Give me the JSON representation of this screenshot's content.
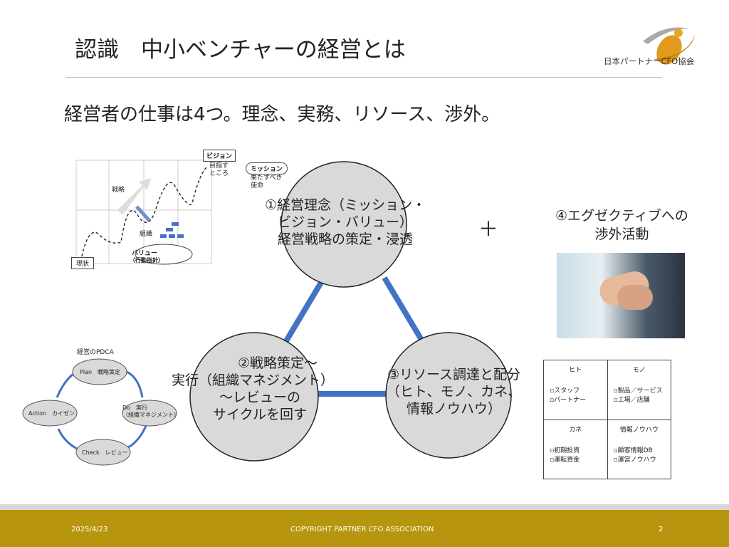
{
  "header": {
    "title": "認識　中小ベンチャーの経営とは",
    "logo_text": "日本パートナーCFO協会"
  },
  "subtitle": "経営者の仕事は4つ。理念、実務、リソース、渉外。",
  "circles": {
    "top": [
      "①経営理念（ミッション・",
      "ビジョン・バリュー）",
      "経営戦略の策定・浸透"
    ],
    "left": [
      "②戦略策定～",
      "実行（組織マネジメント）",
      "～レビューの",
      "サイクルを回す"
    ],
    "right": [
      "③リソース調達と配分",
      "（ヒト、モノ、カネ、",
      "情報ノウハウ）"
    ]
  },
  "plus": "＋",
  "executive": [
    "④エグゼクティブへの",
    "渉外活動"
  ],
  "strategy_diagram": {
    "vision": "ビジョン",
    "vision_sub": [
      "目指す",
      "ところ"
    ],
    "mission": "ミッション",
    "mission_sub": [
      "果たすべき",
      "使命"
    ],
    "strategy": "戦略",
    "organization": "組織",
    "value": "バリュー",
    "value_sub": "（行動指針）",
    "current": "現状"
  },
  "pdca": {
    "title": "経営のPDCA",
    "plan": "Plan　戦略策定",
    "do": [
      "Do　実行",
      "（組織マネジメント）"
    ],
    "check": "Check　レビュー",
    "action": "Action　カイゼン"
  },
  "resources": [
    {
      "title": "ヒト",
      "items": [
        "スタッフ",
        "パートナー"
      ]
    },
    {
      "title": "モノ",
      "items": [
        "製品／サービス",
        "工場／店舗"
      ]
    },
    {
      "title": "カネ",
      "items": [
        "初期投資",
        "運転資金"
      ]
    },
    {
      "title": "情報ノウハウ",
      "items": [
        "顧客情報DB",
        "運営ノウハウ"
      ]
    }
  ],
  "footer": {
    "date": "2025/4/23",
    "copyright": "COPYRIGHT PARTNER CFO ASSOCIATION",
    "page": "2"
  },
  "colors": {
    "accent": "#4472c4",
    "footer": "#b8950f"
  }
}
